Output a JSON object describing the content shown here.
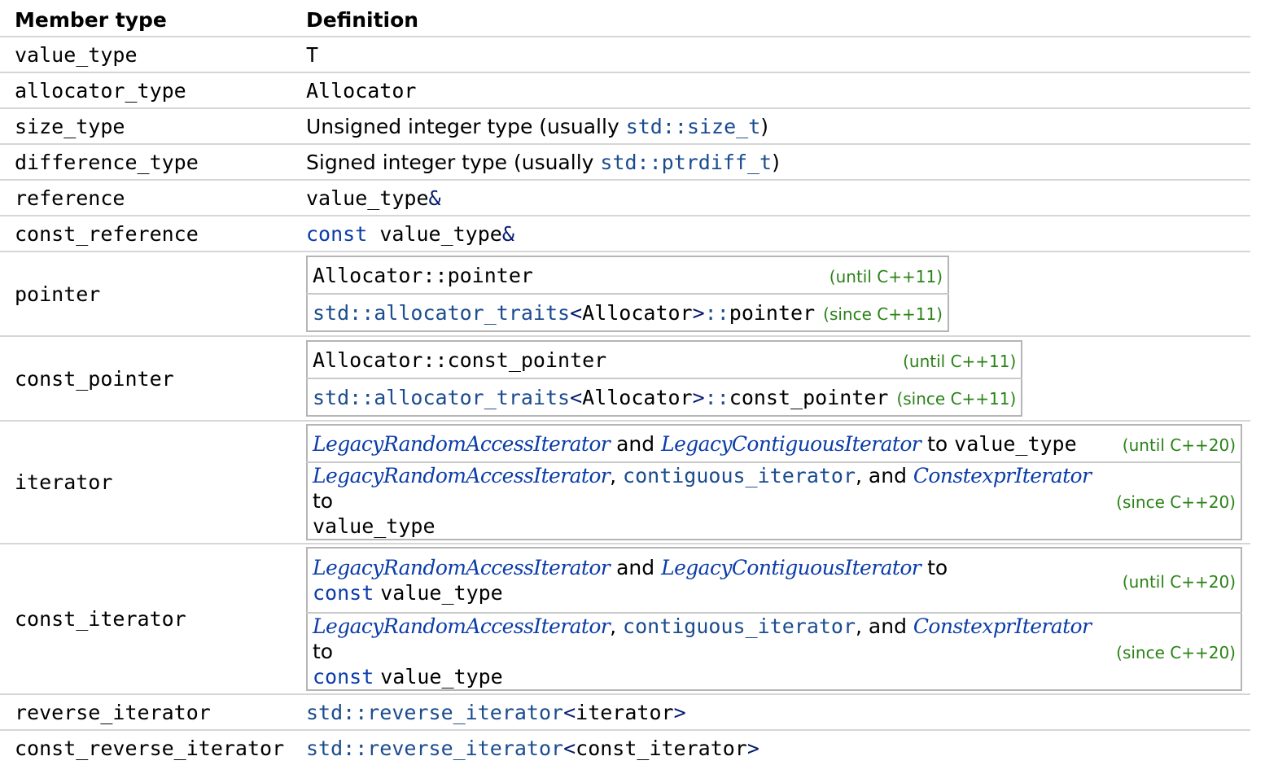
{
  "header": {
    "col1": "Member type",
    "col2": "Definition"
  },
  "rows": {
    "value_type": {
      "name": "value_type",
      "def": "T"
    },
    "allocator_type": {
      "name": "allocator_type",
      "def": "Allocator"
    },
    "size_type": {
      "name": "size_type",
      "def_prefix": "Unsigned integer type (usually ",
      "def_link": "std::size_t",
      "def_suffix": ")"
    },
    "difference_type": {
      "name": "difference_type",
      "def_prefix": "Signed integer type (usually ",
      "def_link": "std::ptrdiff_t",
      "def_suffix": ")"
    },
    "reference": {
      "name": "reference",
      "def_type": "value_type",
      "def_amp": "&"
    },
    "const_reference": {
      "name": "const_reference",
      "def_kw": "const",
      "def_type": "value_type",
      "def_amp": "&"
    },
    "pointer": {
      "name": "pointer",
      "r1": {
        "text": "Allocator::pointer",
        "ver": "(until C++11)"
      },
      "r2": {
        "ns": "std::allocator_traits",
        "lt": "<",
        "arg": "Allocator",
        "gt": ">",
        "sep": "::",
        "member": "pointer",
        "ver": "(since C++11)"
      }
    },
    "const_pointer": {
      "name": "const_pointer",
      "r1": {
        "text": "Allocator::const_pointer",
        "ver": "(until C++11)"
      },
      "r2": {
        "ns": "std::allocator_traits",
        "lt": "<",
        "arg": "Allocator",
        "gt": ">",
        "sep": "::",
        "member": "const_pointer",
        "ver": "(since C++11)"
      }
    },
    "iterator": {
      "name": "iterator",
      "r1": {
        "a": "LegacyRandomAccessIterator",
        "and": " and ",
        "b": "LegacyContiguousIterator",
        "to": " to ",
        "type": "value_type",
        "ver": "(until C++20)"
      },
      "r2": {
        "a": "LegacyRandomAccessIterator",
        "comma": ", ",
        "b": "contiguous_iterator",
        "and": ", and ",
        "c": "ConstexprIterator",
        "to": " to",
        "type": "value_type",
        "ver": "(since C++20)"
      }
    },
    "const_iterator": {
      "name": "const_iterator",
      "r1": {
        "a": "LegacyRandomAccessIterator",
        "and": " and ",
        "b": "LegacyContiguousIterator",
        "to": " to",
        "kw": "const",
        "type": "value_type",
        "ver": "(until C++20)"
      },
      "r2": {
        "a": "LegacyRandomAccessIterator",
        "comma": ", ",
        "b": "contiguous_iterator",
        "and": ", and ",
        "c": "ConstexprIterator",
        "to": " to",
        "kw": "const",
        "type": "value_type",
        "ver": "(since C++20)"
      }
    },
    "reverse_iterator": {
      "name": "reverse_iterator",
      "ns": "std::reverse_iterator",
      "lt": "<",
      "arg": "iterator",
      "gt": ">"
    },
    "const_reverse_iterator": {
      "name": "const_reverse_iterator",
      "ns": "std::reverse_iterator",
      "lt": "<",
      "arg": "const_iterator",
      "gt": ">"
    }
  },
  "colors": {
    "link": "#0b3da8",
    "version": "#2a8216",
    "border": "#d6d6d6"
  }
}
